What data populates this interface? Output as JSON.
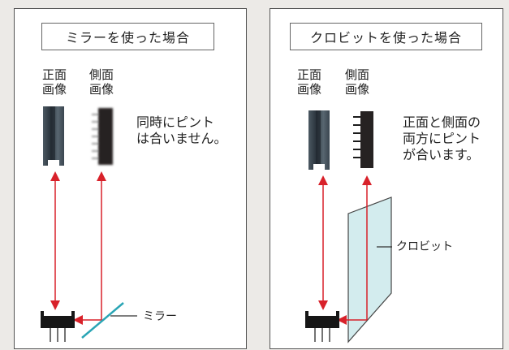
{
  "left_panel": {
    "title": "ミラーを使った場合",
    "front_label": [
      "正面",
      "画像"
    ],
    "side_label": [
      "側面",
      "画像"
    ],
    "note": [
      "同時にピント",
      "は合いません。"
    ],
    "callout": "ミラー"
  },
  "right_panel": {
    "title": "クロビットを使った場合",
    "front_label": [
      "正面",
      "画像"
    ],
    "side_label": [
      "側面",
      "画像"
    ],
    "note": [
      "正面と側面の",
      "両方にピント",
      "が合います。"
    ],
    "callout": "クロビット"
  },
  "colors": {
    "arrow": "#d8212a",
    "mirror": "#2aa5b5",
    "prism_fill": "#d3ecee",
    "component": "#161616",
    "front_image": "#3d4a54",
    "side_image": "#262222"
  }
}
